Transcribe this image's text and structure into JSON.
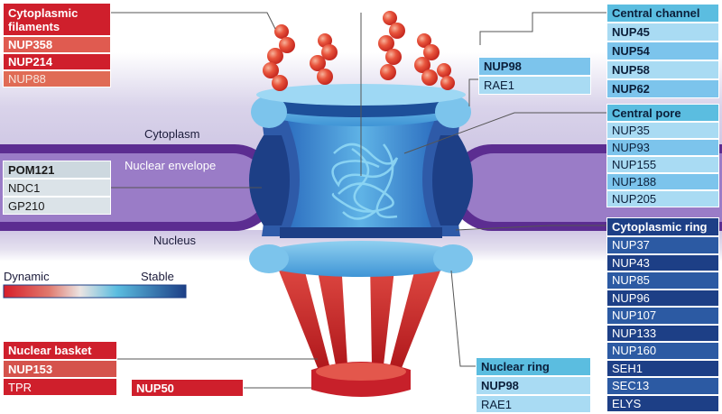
{
  "labels": {
    "cytoplasm": "Cytoplasm",
    "nuclear_envelope": "Nuclear envelope",
    "nucleus": "Nucleus"
  },
  "legend": {
    "dynamic": "Dynamic",
    "stable": "Stable",
    "colors": [
      "#d71d2a",
      "#e8e2de",
      "#5bbde0",
      "#1d3f86"
    ]
  },
  "groups": {
    "cytoplasmic_filaments": {
      "title": "Cytoplasmic filaments",
      "items": [
        "NUP358",
        "NUP214",
        "NUP88"
      ]
    },
    "membrane": {
      "items": [
        "POM121",
        "NDC1",
        "GP210"
      ]
    },
    "nup98_top": {
      "items": [
        "NUP98",
        "RAE1"
      ]
    },
    "central_channel": {
      "title": "Central channel",
      "items": [
        "NUP45",
        "NUP54",
        "NUP58",
        "NUP62"
      ]
    },
    "central_pore": {
      "title": "Central pore",
      "items": [
        "NUP35",
        "NUP93",
        "NUP155",
        "NUP188",
        "NUP205"
      ]
    },
    "cytoplasmic_ring": {
      "title": "Cytoplasmic ring",
      "items": [
        "NUP37",
        "NUP43",
        "NUP85",
        "NUP96",
        "NUP107",
        "NUP133",
        "NUP160",
        "SEH1",
        "SEC13",
        "ELYS"
      ]
    },
    "nuclear_basket": {
      "title": "Nuclear basket",
      "items": [
        "NUP153",
        "TPR"
      ]
    },
    "nup50": {
      "items": [
        "NUP50"
      ]
    },
    "nuclear_ring": {
      "title": "Nuclear ring",
      "items": [
        "NUP98",
        "RAE1"
      ]
    }
  }
}
